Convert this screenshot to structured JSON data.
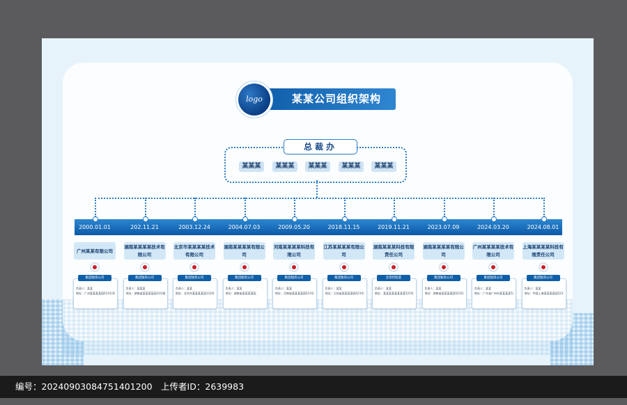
{
  "title": "某某公司组织架构",
  "logo": "logo",
  "ceo": {
    "label": "总裁办",
    "members": [
      "某某某",
      "某某某",
      "某某某",
      "某某某",
      "某某某"
    ]
  },
  "branches": [
    {
      "date": "2000.01.01",
      "company": "广州某某有限公司",
      "dept": "集团独资公司",
      "rows": [
        "负责人：某某",
        "地址：广州某某某某园523号303室"
      ]
    },
    {
      "date": "202.11.21",
      "company": "湖南某某某某技术有限公司",
      "dept": "集团独资公司",
      "rows": [
        "负责人：某某某",
        "地址：湖南省某某某某园23号楼某某某号"
      ]
    },
    {
      "date": "2003.12.24",
      "company": "北京市某某某某技术有限公司",
      "dept": "集团独资公司",
      "rows": [
        "负责人：某某",
        "地址：北京市某某某某园133号"
      ]
    },
    {
      "date": "2004.07.03",
      "company": "湖南某某某某有限公司",
      "dept": "集团独资公司",
      "rows": [
        "负责人：某某",
        "地址：湖南省某某某某园"
      ]
    },
    {
      "date": "2009.05.20",
      "company": "河南某某某某科技有限公司",
      "dept": "集团独资公司",
      "rows": [
        "负责人：某某",
        "地址：河南省某某某某园523号303室"
      ]
    },
    {
      "date": "2018.11.15",
      "company": "江苏某某某某有限公司",
      "dept": "集团独资公司",
      "rows": [
        "负责人：某某",
        "地址：江苏省某某某某园523号303室"
      ]
    },
    {
      "date": "2019.11.21",
      "company": "湖南某某某科技有限责任公司",
      "dept": "合资控股室",
      "rows": [
        "负责人：某某",
        "地址：某某某某某某某某523号303室"
      ]
    },
    {
      "date": "2023.07.09",
      "company": "湖南某某某某有限公司",
      "dept": "集团独资公司",
      "rows": [
        "负责人：某某",
        "地址：湖南省某某某某园523号303室"
      ]
    },
    {
      "date": "2024.03.20",
      "company": "广州某某某某技术有限公司",
      "dept": "集团独资公司",
      "rows": [
        "负责人：某某",
        "地址：广东省广州市某某某某523号303室"
      ]
    },
    {
      "date": "2024.08.01",
      "company": "上海某某某某科技有限责任公司",
      "dept": "集团独资公司",
      "rows": [
        "负责人：某某",
        "地址：中国上海某某某某园523号303室"
      ]
    }
  ],
  "footer": "编号：20240903084751401200　上传者ID：2639983",
  "colors": {
    "primary": "#0f5ea8",
    "accent": "#2b7cc4",
    "pin": "#c8202b",
    "board": "#e6f3fb"
  }
}
